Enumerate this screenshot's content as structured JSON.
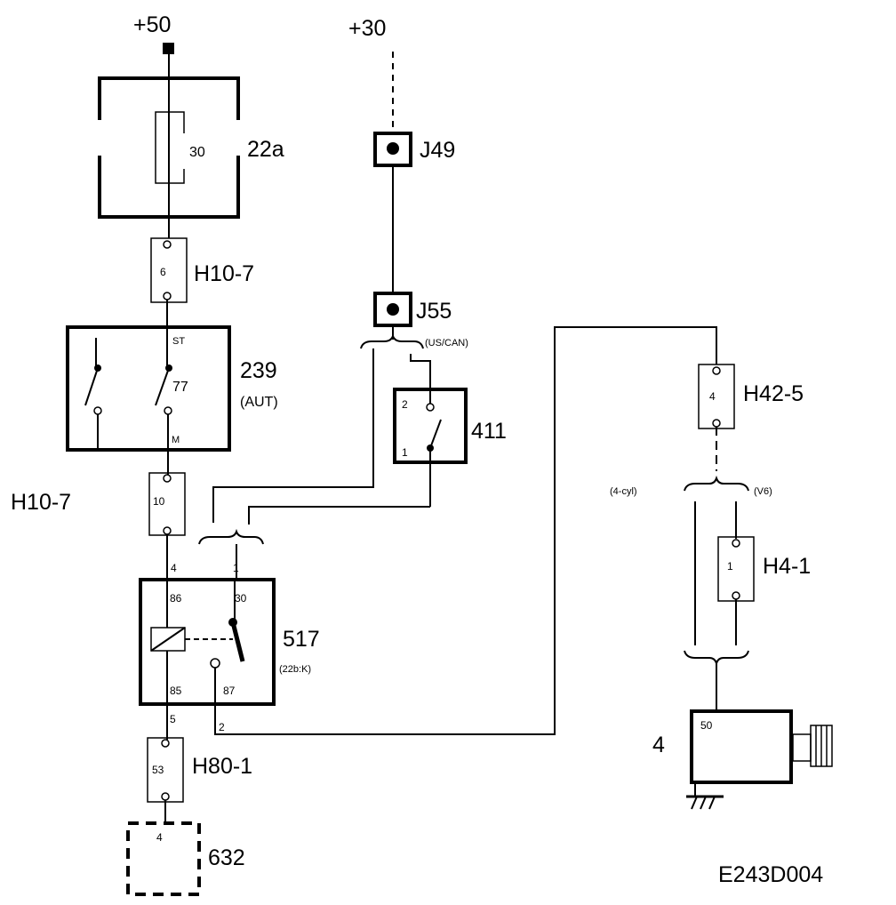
{
  "supplies": {
    "plus50": "+50",
    "plus30": "+30"
  },
  "components": {
    "fuse_box": {
      "id": "22a",
      "fuse": "30"
    },
    "j49": "J49",
    "j55": "J55",
    "j55_note": "(US/CAN)",
    "c239": {
      "id": "239",
      "sub": "(AUT)",
      "pin_top": "ST",
      "pin_mid": "77",
      "pin_bot": "M"
    },
    "c411": {
      "id": "411",
      "pin2": "2",
      "pin1": "1"
    },
    "c517": {
      "id": "517",
      "sub": "(22b:K)",
      "p86": "86",
      "p30": "30",
      "p85": "85",
      "p87": "87"
    },
    "c4": {
      "id": "4",
      "pin": "50"
    },
    "c632": {
      "id": "632",
      "pin": "4"
    }
  },
  "connectors": {
    "h10_7_top": {
      "label": "H10-7",
      "pin": "6"
    },
    "h10_7_bot": {
      "label": "H10-7",
      "pin": "10"
    },
    "h80_1": {
      "label": "H80-1",
      "pin": "53"
    },
    "h42_5": {
      "label": "H42-5",
      "pin": "4"
    },
    "h4_1": {
      "label": "H4-1",
      "pin": "1"
    }
  },
  "wire_pins": {
    "w4": "4",
    "w1": "1",
    "w5": "5",
    "w2": "2"
  },
  "variants": {
    "cyl4": "(4-cyl)",
    "v6": "(V6)"
  },
  "diagram_code": "E243D004"
}
